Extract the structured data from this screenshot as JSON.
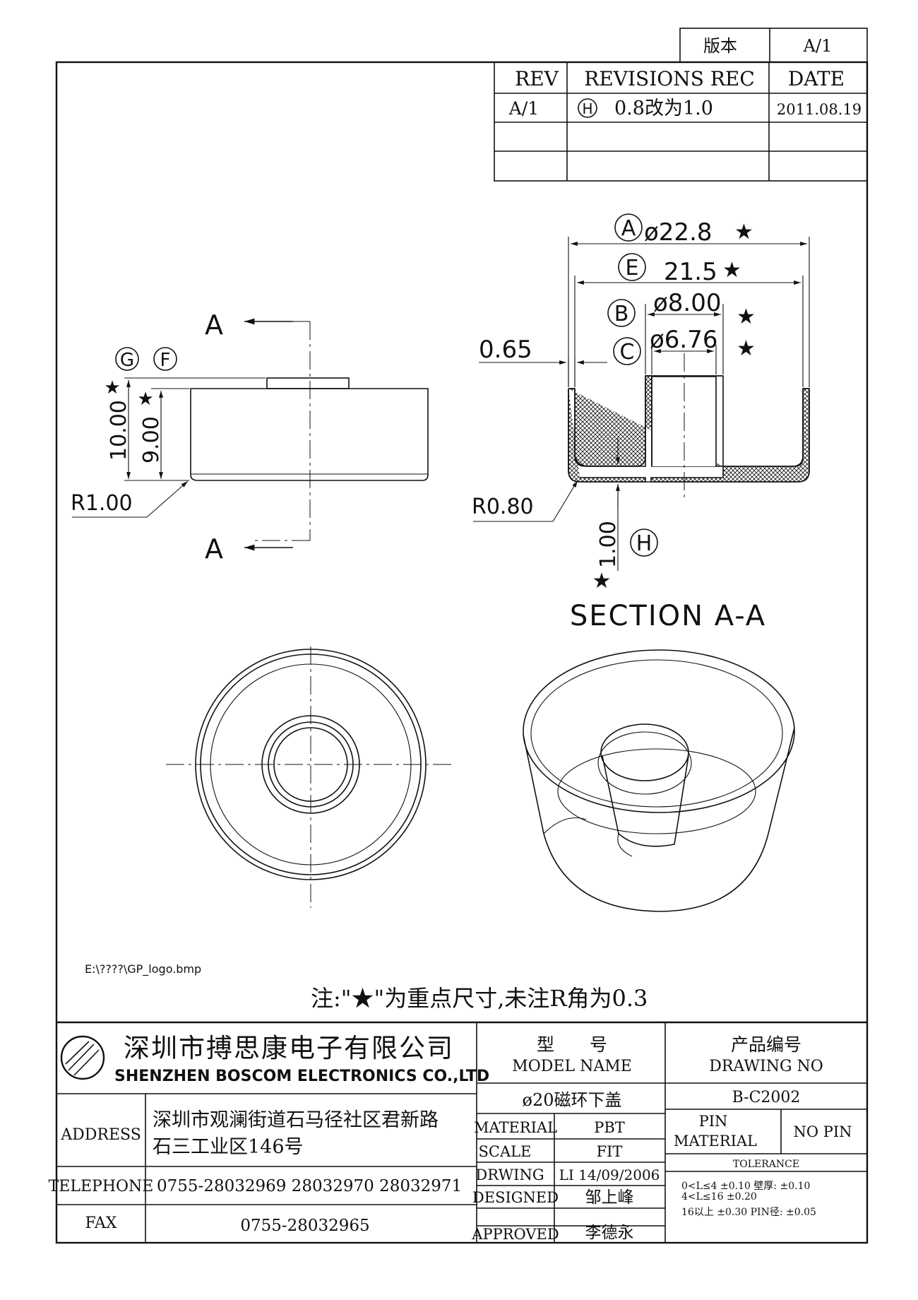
{
  "revision_block": {
    "version_label": "版本",
    "version_value": "A/1",
    "headers": {
      "rev": "REV",
      "revisions_rec": "REVISIONS REC",
      "date": "DATE"
    },
    "rows": [
      {
        "rev": "A/1",
        "marker": "H",
        "desc": "0.8改为1.0",
        "date": "2011.08.19"
      }
    ]
  },
  "drawing": {
    "section_label": "A",
    "side_view": {
      "dim_10": "10.00",
      "dim_9": "9.00",
      "radius": "R1.00",
      "balloons": [
        "G",
        "F"
      ]
    },
    "section_view": {
      "title": "SECTION A-A",
      "dim_a": {
        "balloon": "A",
        "value": "ø22.8"
      },
      "dim_e": {
        "balloon": "E",
        "value": "21.5"
      },
      "dim_b": {
        "balloon": "B",
        "value": "ø8.00"
      },
      "dim_c": {
        "balloon": "C",
        "value": "ø6.76"
      },
      "wall": "0.65",
      "radius": "R0.80",
      "bottom": {
        "balloon": "H",
        "value": "1.00"
      }
    },
    "star": "★",
    "logo_path": "E:\\????\\GP_logo.bmp",
    "note": "注:\"★\"为重点尺寸,未注R角为0.3"
  },
  "title_block": {
    "company_cn": "深圳市搏思康电子有限公司",
    "company_en": "SHENZHEN BOSCOM ELECTRONICS CO.,LTD",
    "address_label": "ADDRESS",
    "address_line1": "深圳市观澜街道石马径社区君新路",
    "address_line2": "石三工业区146号",
    "telephone_label": "TELEPHONE",
    "telephone": "0755-28032969 28032970 28032971",
    "fax_label": "FAX",
    "fax": "0755-28032965",
    "model_label_cn": "型　　号",
    "model_label_en": "MODEL NAME",
    "model_value": "ø20磁环下盖",
    "drawing_no_label_cn": "产品编号",
    "drawing_no_label_en": "DRAWING NO",
    "drawing_no_value": "B-C2002",
    "material_label": "MATERIAL",
    "material_value": "PBT",
    "scale_label": "SCALE",
    "scale_value": "FIT",
    "drawing_label": "DRWING",
    "drawing_value": "LI 14/09/2006",
    "designed_label": "DESIGNED",
    "designed_value": "邹上峰",
    "approved_label": "APPROVED",
    "approved_value": "李德永",
    "pin_material_label_1": "PIN",
    "pin_material_label_2": "MATERIAL",
    "pin_material_value": "NO PIN",
    "tolerance_label": "TOLERANCE",
    "tolerance_rows": [
      "0<L≤4  ±0.10    壁厚:  ±0.10",
      "4<L≤16 ±0.20",
      "16以上    ±0.30  PIN径: ±0.05"
    ]
  }
}
